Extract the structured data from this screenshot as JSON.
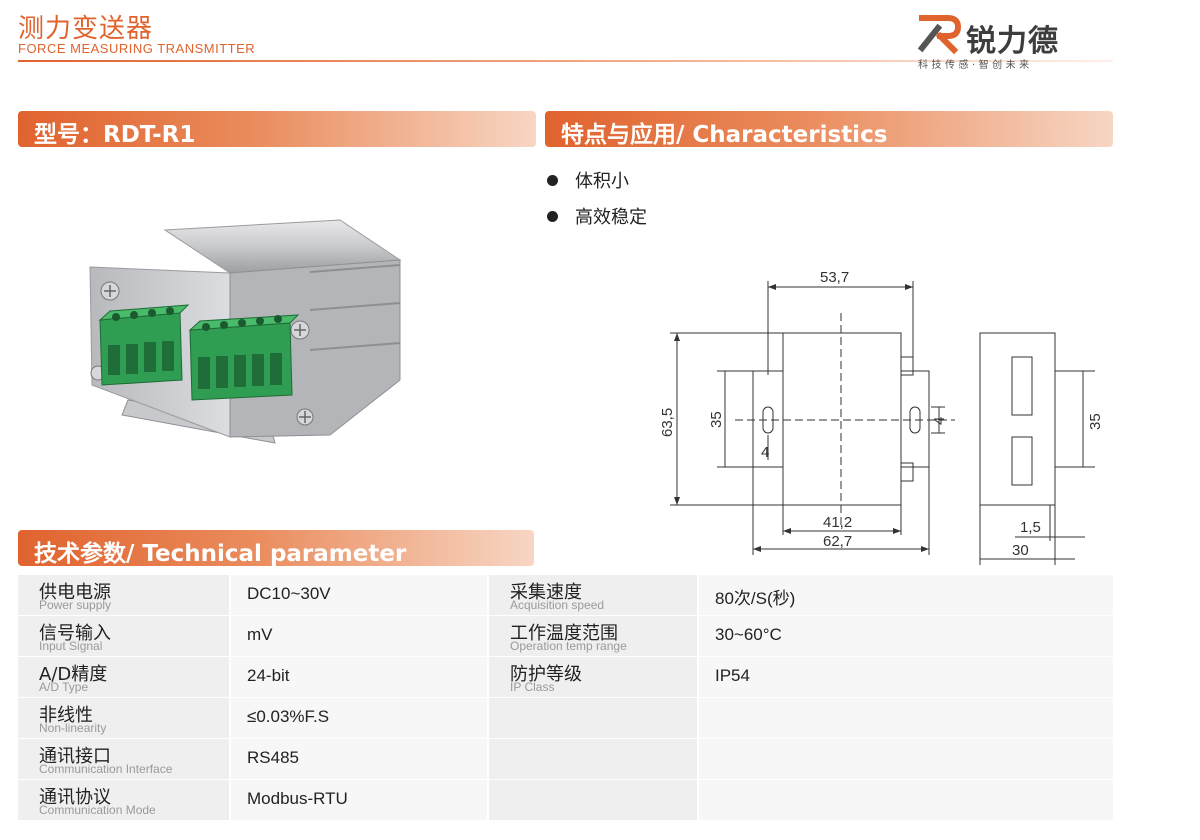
{
  "header": {
    "title": "测力变送器",
    "subtitle": "FORCE MEASURING TRANSMITTER",
    "brand": "锐力德",
    "slogan": "科技传感·智创未来"
  },
  "model": {
    "label": "型号：RDT-R1"
  },
  "characteristics": {
    "heading": "特点与应用/ Characteristics",
    "items": [
      "体积小",
      "高效稳定"
    ]
  },
  "drawing": {
    "dims": {
      "width_top": "53,7",
      "height_left": "63,5",
      "inner_35": "35",
      "slot_4a": "4",
      "slot_4b": "4",
      "bottom_41": "41,2",
      "bottom_62": "62,7",
      "side_35": "35",
      "side_1_5": "1,5",
      "side_30": "30"
    }
  },
  "technical": {
    "heading": "技术参数/ Technical parameter",
    "rows": [
      {
        "l_zh": "供电电源",
        "l_en": "Power supply",
        "l_val": "DC10~30V",
        "r_zh": "采集速度",
        "r_en": "Acquisition speed",
        "r_val": "80次/S(秒)"
      },
      {
        "l_zh": "信号输入",
        "l_en": "Input Signal",
        "l_val": "mV",
        "r_zh": "工作温度范围",
        "r_en": "Operation temp range",
        "r_val": "30~60°C"
      },
      {
        "l_zh": "A/D精度",
        "l_en": "A/D Type",
        "l_val": "24-bit",
        "r_zh": "防护等级",
        "r_en": "IP Class",
        "r_val": "IP54"
      },
      {
        "l_zh": "非线性",
        "l_en": "Non-linearity",
        "l_val": "≤0.03%F.S",
        "r_zh": "",
        "r_en": "",
        "r_val": ""
      },
      {
        "l_zh": "通讯接口",
        "l_en": "Communication Interface",
        "l_val": "RS485",
        "r_zh": "",
        "r_en": "",
        "r_val": ""
      },
      {
        "l_zh": "通讯协议",
        "l_en": "Communication Mode",
        "l_val": "Modbus-RTU",
        "r_zh": "",
        "r_en": "",
        "r_val": ""
      }
    ]
  },
  "colors": {
    "accent": "#e0632e",
    "accent_light": "#f7d6c4",
    "row_bg": "#efefef"
  }
}
